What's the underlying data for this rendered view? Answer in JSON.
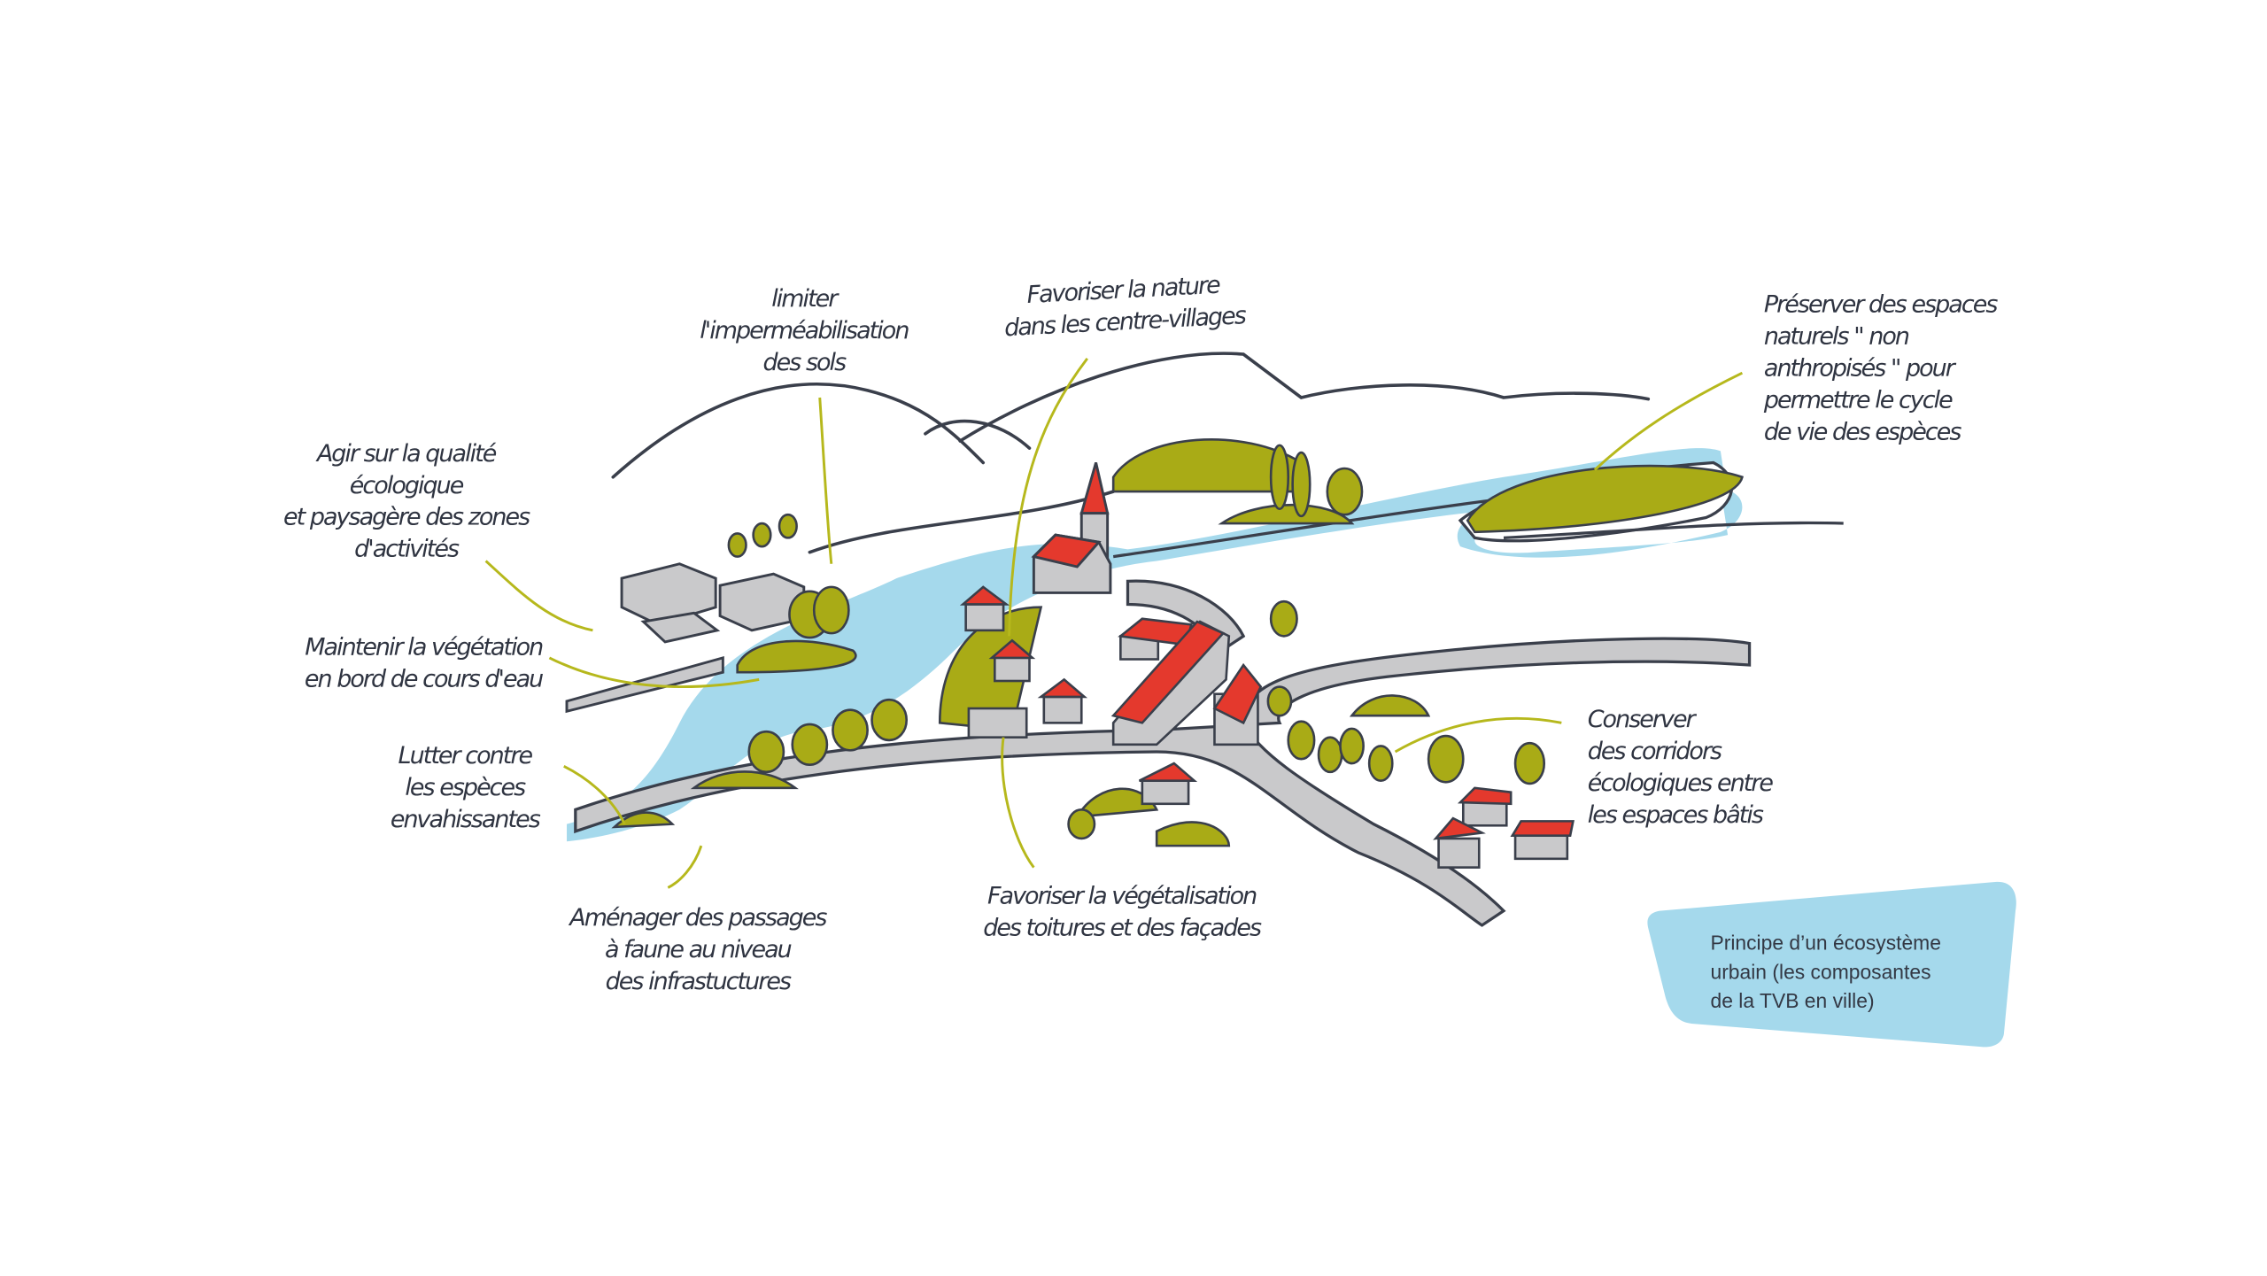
{
  "labels": {
    "limiter": [
      "limiter",
      "l'imperméabilisation",
      "des sols"
    ],
    "nature_centre": [
      "Favoriser la nature",
      "dans les centre-villages"
    ],
    "preserver": [
      "Préserver des espaces",
      "naturels \" non",
      "anthropisés \" pour",
      "permettre le cycle",
      "de vie des espèces"
    ],
    "agir": [
      "Agir sur la qualité",
      "écologique",
      "et paysagère des zones",
      "d'activités"
    ],
    "maintenir": [
      "Maintenir la végétation",
      "en bord de cours d'eau"
    ],
    "lutter": [
      "Lutter contre",
      "les espèces",
      "envahissantes"
    ],
    "amenager": [
      "Aménager des passages",
      "à faune au niveau",
      "des infrastuctures"
    ],
    "vegetalisation": [
      "Favoriser la végétalisation",
      "des toitures et des façades"
    ],
    "conserver": [
      "Conserver",
      "des corridors",
      "écologiques entre",
      "les espaces bâtis"
    ]
  },
  "caption": [
    "Principe d’un écosystème",
    "urbain (les composantes",
    "de la TVB en ville)"
  ],
  "colors": {
    "water": "#a5d9ec",
    "vegetation": "#a9ab16",
    "roof": "#e4392d",
    "road": "#c9c9cb",
    "ink": "#3a3f4b",
    "leader": "#b6b81c",
    "caption_bg": "#a5d9ec"
  }
}
